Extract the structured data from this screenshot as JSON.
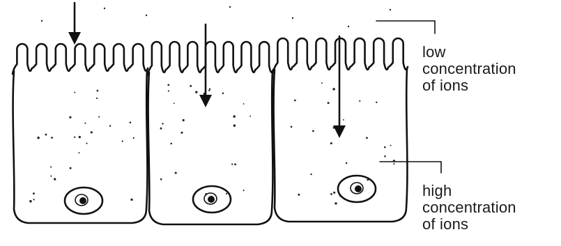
{
  "labels": {
    "low": [
      "low",
      "concentration",
      "of ions"
    ],
    "high": [
      "high",
      "concentration",
      "of ions"
    ]
  },
  "colors": {
    "ink": "#111111",
    "background": "#ffffff"
  }
}
